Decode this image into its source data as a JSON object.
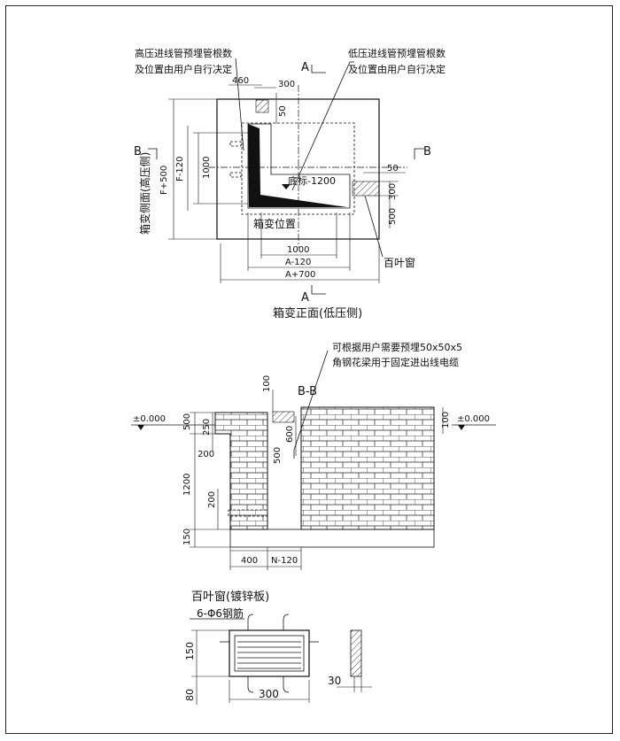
{
  "plan": {
    "hv_note_line1": "高压进线管预埋管根数",
    "hv_note_line2": "及位置由用户自行决定",
    "lv_note_line1": "低压进线管预埋管根数",
    "lv_note_line2": "及位置由用户自行决定",
    "section_mark_a": "A",
    "section_mark_b": "B",
    "dim_460": "460",
    "dim_300": "300",
    "dim_50_top": "50",
    "dim_50_right": "50",
    "dim_300_right": "300",
    "dim_500_right": "500",
    "dim_f500": "F+500",
    "dim_f120": "F-120",
    "dim_1000_v": "1000",
    "dim_1000_h": "1000",
    "dim_a120": "A-120",
    "dim_a700": "A+700",
    "floor_label": "底标-1200",
    "box_position": "箱变位置",
    "louver_label": "百叶窗",
    "side_label": "箱变侧面(高压侧)",
    "front_label": "箱变正面(低压侧)"
  },
  "section": {
    "note_line1": "可根据用户需要预埋50x50x5",
    "note_line2": "角钢花梁用于固定进出线电缆",
    "title": "B-B",
    "level_left": "±0.000",
    "level_right": "±0.000",
    "dim_100_top": "100",
    "dim_500": "500",
    "dim_250": "250",
    "dim_200_a": "200",
    "dim_1200": "1200",
    "dim_200_b": "200",
    "dim_150": "150",
    "dim_600": "600",
    "dim_500_inner": "500",
    "dim_100_right": "100",
    "dim_400": "400",
    "dim_n120": "N-120"
  },
  "louver": {
    "title": "百叶窗(镀锌板)",
    "rebar": "6-Φ6钢筋",
    "dim_150": "150",
    "dim_80": "80",
    "dim_300": "300",
    "dim_30": "30"
  }
}
